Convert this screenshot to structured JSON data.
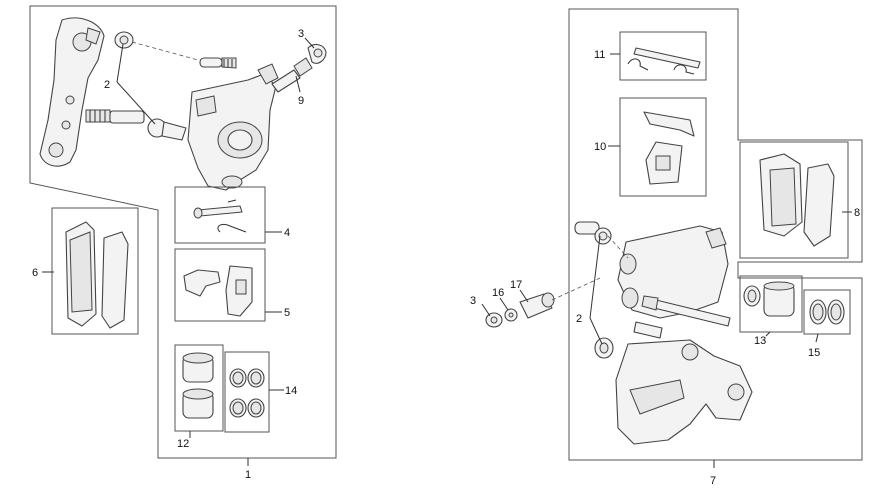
{
  "callouts": {
    "c1": "1",
    "c2_left": "2",
    "c3_left": "3",
    "c4": "4",
    "c5": "5",
    "c6": "6",
    "c7": "7",
    "c8": "8",
    "c9": "9",
    "c10": "10",
    "c11": "11",
    "c12": "12",
    "c13": "13",
    "c14": "14",
    "c15": "15",
    "c16": "16",
    "c17": "17",
    "c2_right": "2",
    "c3_right": "3"
  }
}
